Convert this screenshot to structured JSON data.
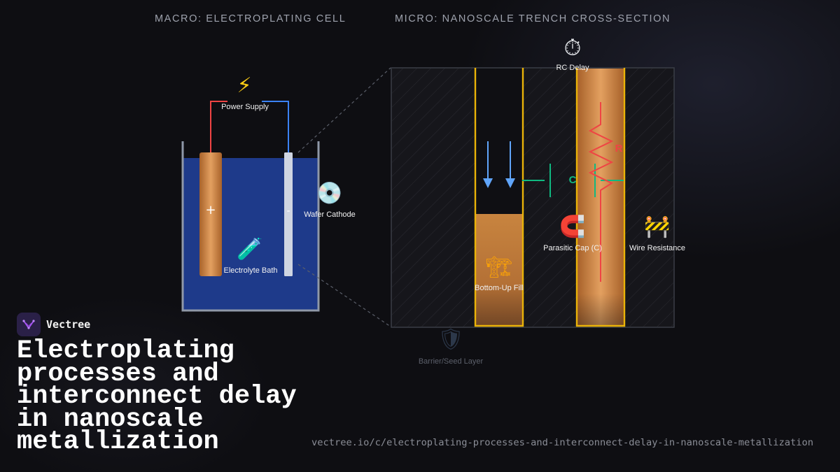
{
  "headers": {
    "macro": "MACRO: ELECTROPLATING CELL",
    "micro": "MICRO: NANOSCALE TRENCH CROSS-SECTION"
  },
  "macro_cell": {
    "power_supply": {
      "icon": "lightning-icon",
      "label": "Power Supply"
    },
    "anode_symbol": "+",
    "cathode_symbol": "-",
    "wafer": {
      "icon": "disc-icon",
      "label": "Wafer Cathode"
    },
    "bath": {
      "icon": "test-tube-icon",
      "label": "Electrolyte Bath"
    }
  },
  "micro_view": {
    "rc_delay": {
      "icon": "stopwatch-icon",
      "label": "RC Delay"
    },
    "resistor_symbol": "R",
    "capacitor_symbol": "C",
    "parasitic_cap": {
      "icon": "magnet-icon",
      "label": "Parasitic Cap (C)"
    },
    "wire_resistance": {
      "icon": "barrier-icon",
      "label": "Wire Resistance"
    },
    "bottom_up_fill": {
      "icon": "crane-icon",
      "label": "Bottom-Up Fill"
    },
    "barrier_layer": {
      "icon": "shield-icon",
      "label": "Barrier/Seed Layer"
    }
  },
  "brand": {
    "name": "Vectree"
  },
  "title": "Electroplating processes and interconnect delay in nanoscale metallization",
  "url": "vectree.io/c/electroplating-processes-and-interconnect-delay-in-nanoscale-metallization",
  "colors": {
    "background": "#0e0e12",
    "copper": "#c07a3a",
    "electrolyte": "#1e3a8a",
    "barrier": "#eab308",
    "current_arrow": "#60a5fa",
    "resistance": "#ef4444",
    "capacitance": "#10b981",
    "anode_wire": "#ef4444",
    "cathode_wire": "#3b82f6"
  }
}
